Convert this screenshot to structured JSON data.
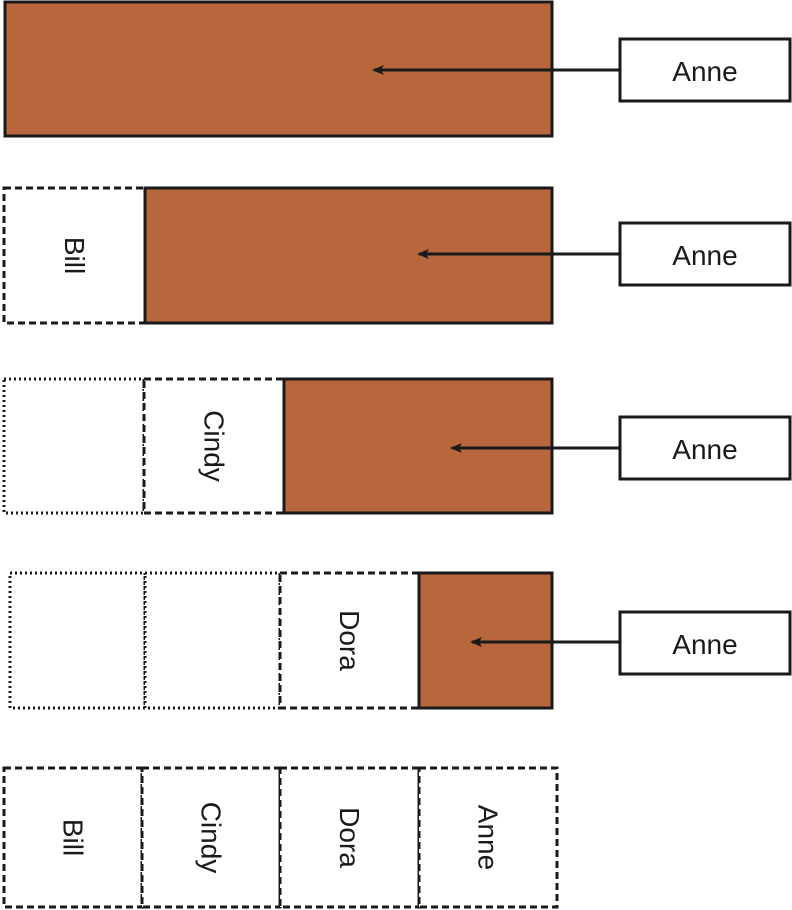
{
  "colors": {
    "fill": "#b8673d",
    "stroke": "#1a1a1a",
    "background": "#ffffff"
  },
  "rows": [
    {
      "label": "Anne",
      "cells": [],
      "filled_cells": 4
    },
    {
      "label": "Anne",
      "cells": [
        {
          "text": "Bill",
          "style": "dashed"
        }
      ],
      "filled_cells": 3
    },
    {
      "label": "Anne",
      "cells": [
        {
          "text": "",
          "style": "dotted"
        },
        {
          "text": "Cindy",
          "style": "dashed"
        }
      ],
      "filled_cells": 2
    },
    {
      "label": "Anne",
      "cells": [
        {
          "text": "",
          "style": "dotted"
        },
        {
          "text": "",
          "style": "dotted"
        },
        {
          "text": "Dora",
          "style": "dashed"
        }
      ],
      "filled_cells": 1
    }
  ],
  "final_row": {
    "cells": [
      {
        "text": "Bill",
        "style": "dashed"
      },
      {
        "text": "Cindy",
        "style": "dashed"
      },
      {
        "text": "Dora",
        "style": "dashed"
      },
      {
        "text": "Anne",
        "style": "dashed"
      }
    ]
  }
}
